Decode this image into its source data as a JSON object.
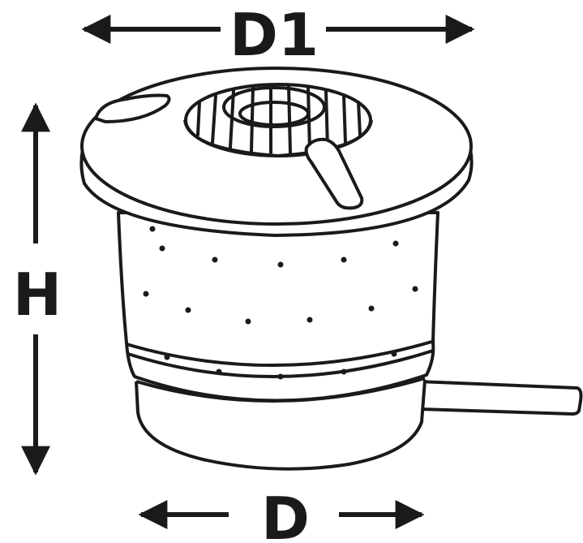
{
  "diagram": {
    "labels": {
      "top_width": "D1",
      "bottom_width": "D",
      "height": "H"
    },
    "colors": {
      "ink": "#1a1a1a",
      "fill": "#ffffff"
    }
  }
}
